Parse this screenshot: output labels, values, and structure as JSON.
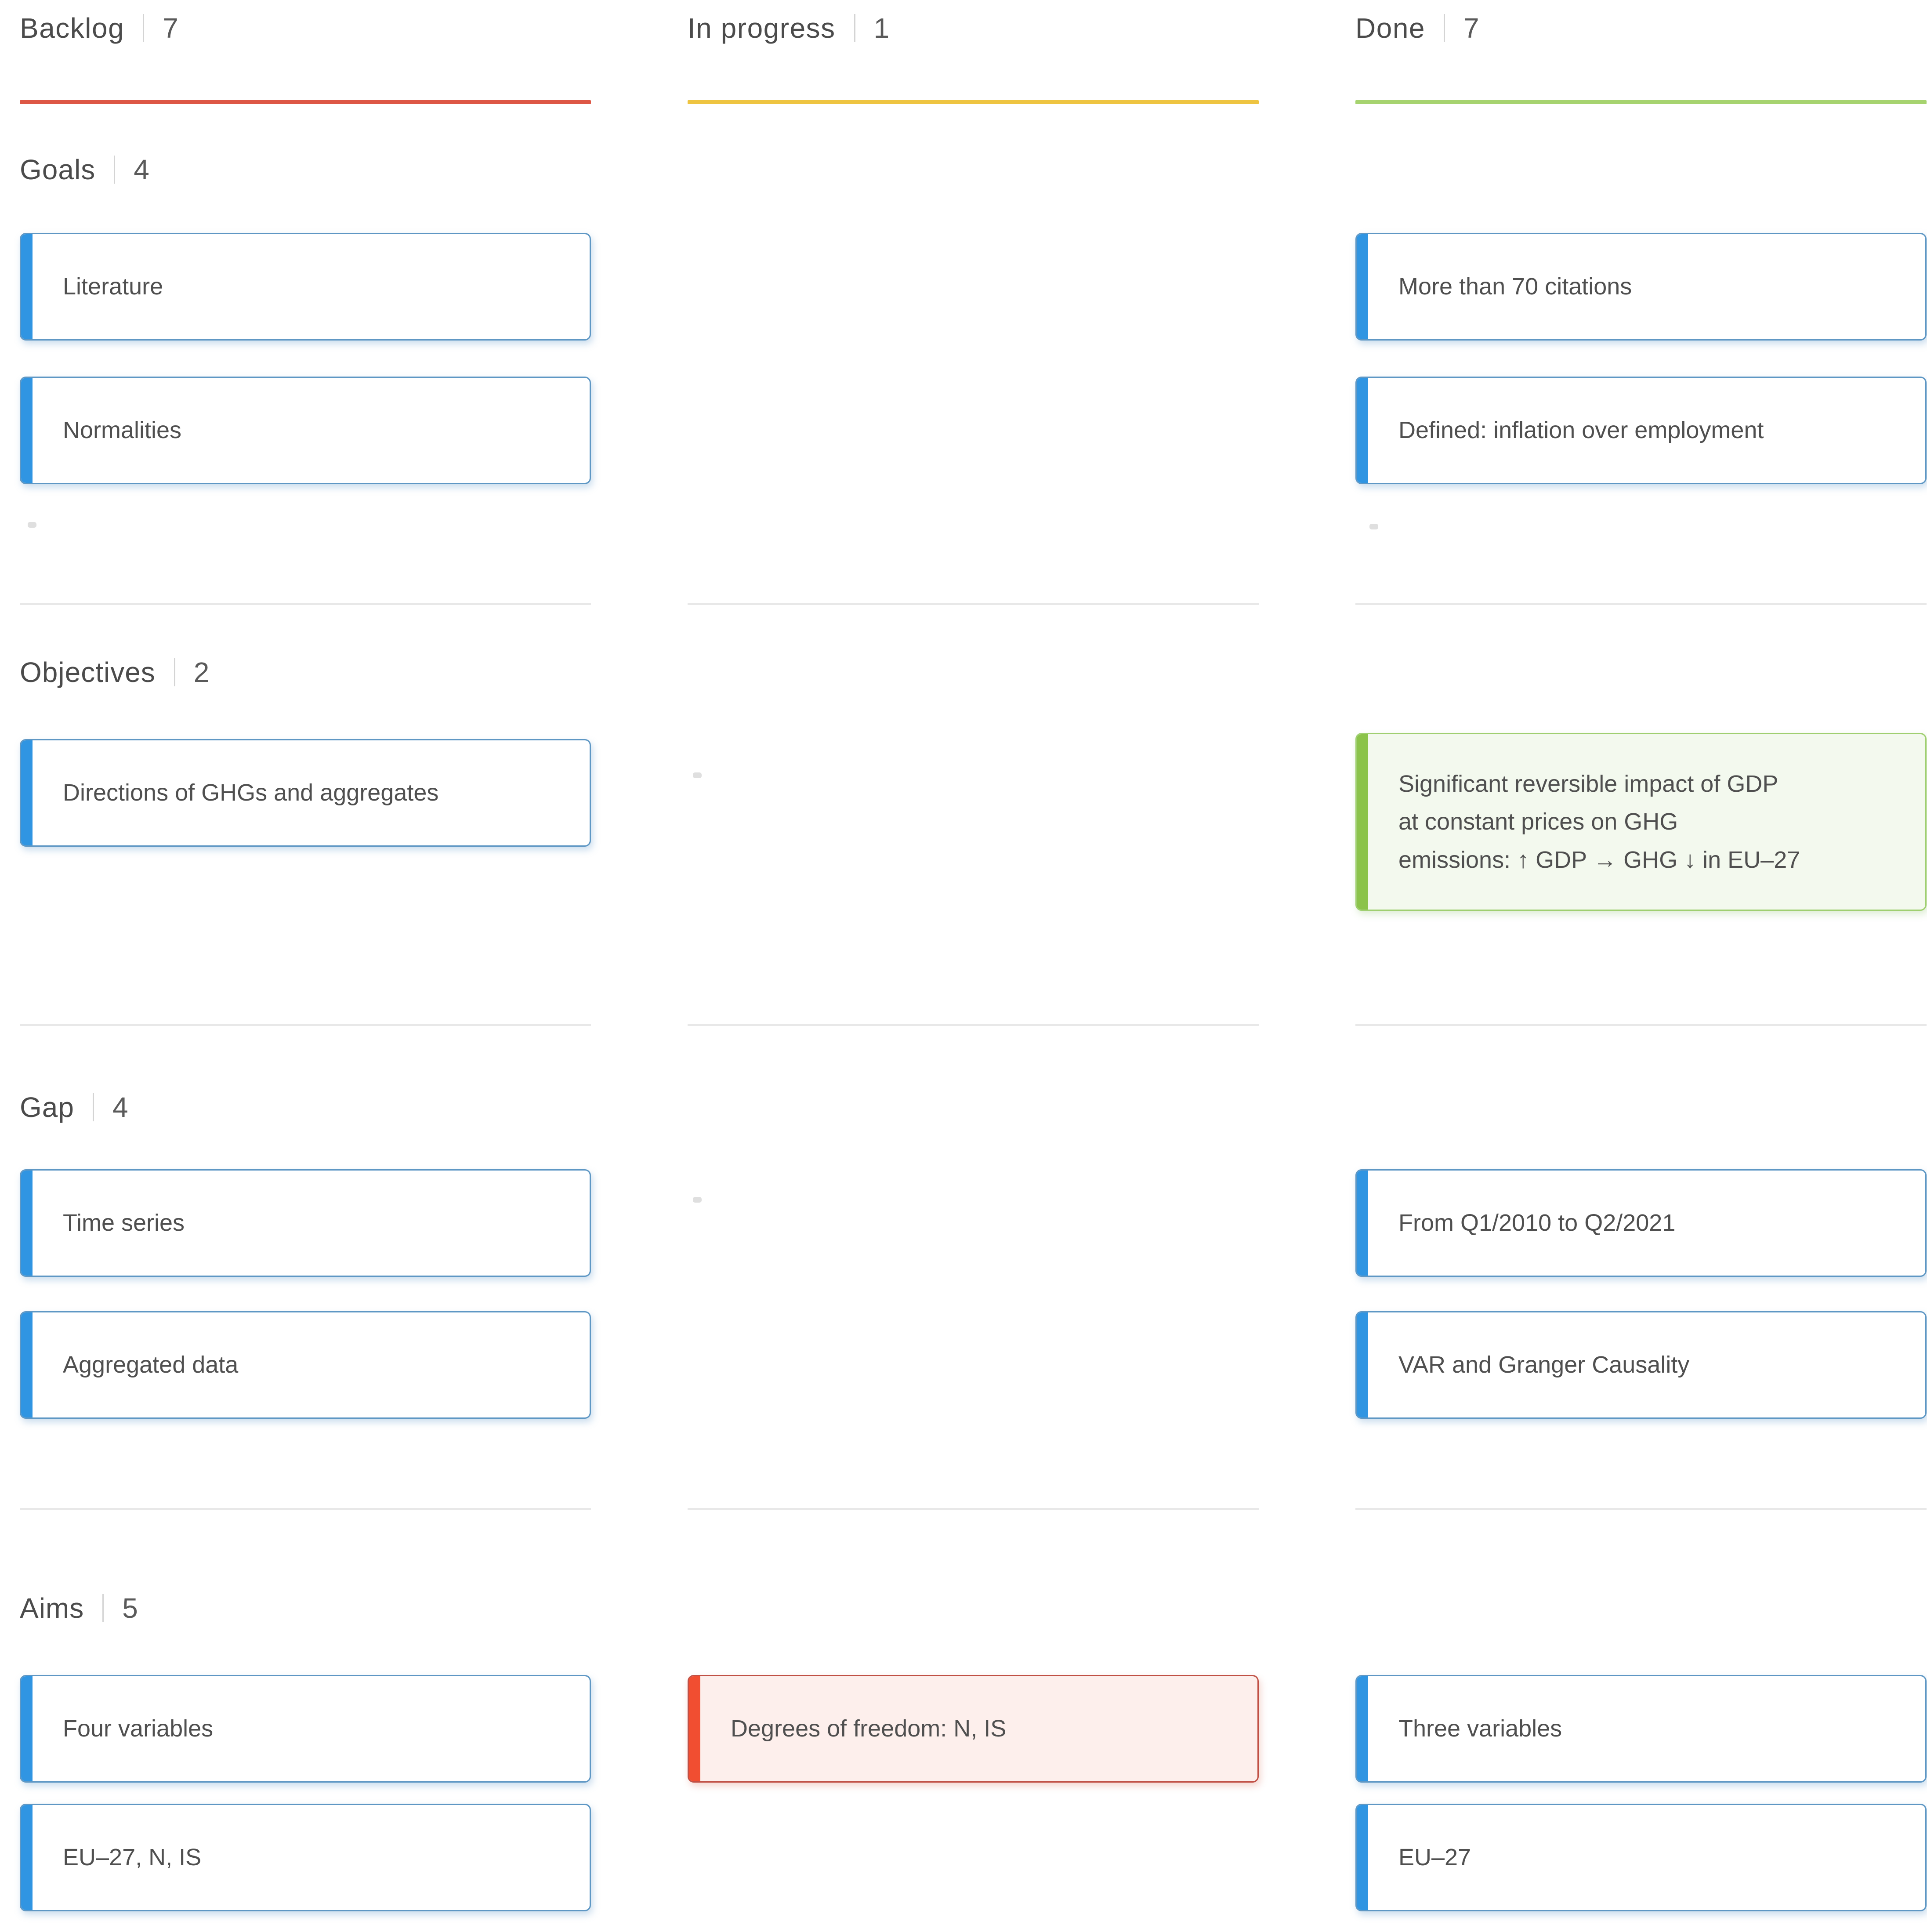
{
  "board": {
    "columns": [
      {
        "title": "Backlog",
        "count": "7",
        "accent_color": "#dd5745"
      },
      {
        "title": "In progress",
        "count": "1",
        "accent_color": "#eec441"
      },
      {
        "title": "Done",
        "count": "7",
        "accent_color": "#a6d36f"
      }
    ],
    "swimlanes": [
      {
        "title": "Goals",
        "count": "4"
      },
      {
        "title": "Objectives",
        "count": "2"
      },
      {
        "title": "Gap",
        "count": "4"
      },
      {
        "title": "Aims",
        "count": "5"
      }
    ],
    "cards": [
      {
        "text": "Literature",
        "column": "Backlog",
        "lane": "Goals",
        "variant": "blue"
      },
      {
        "text": "Normalities",
        "column": "Backlog",
        "lane": "Goals",
        "variant": "blue"
      },
      {
        "text": "Directions of GHGs and aggregates",
        "column": "Backlog",
        "lane": "Objectives",
        "variant": "blue"
      },
      {
        "text": "Time series",
        "column": "Backlog",
        "lane": "Gap",
        "variant": "blue"
      },
      {
        "text": "Aggregated data",
        "column": "Backlog",
        "lane": "Gap",
        "variant": "blue"
      },
      {
        "text": "Four variables",
        "column": "Backlog",
        "lane": "Aims",
        "variant": "blue"
      },
      {
        "text": "EU–27, N, IS",
        "column": "Backlog",
        "lane": "Aims",
        "variant": "blue"
      },
      {
        "text": "Degrees of freedom: N, IS",
        "column": "In progress",
        "lane": "Aims",
        "variant": "red"
      },
      {
        "text": "More than 70 citations",
        "column": "Done",
        "lane": "Goals",
        "variant": "blue"
      },
      {
        "text": "Defined: inflation over employment",
        "column": "Done",
        "lane": "Goals",
        "variant": "blue"
      },
      {
        "text": "Significant reversible impact of GDP\nat constant prices on GHG\nemissions:  ↑ GDP → GHG ↓ in EU–27",
        "column": "Done",
        "lane": "Objectives",
        "variant": "green"
      },
      {
        "text": "From Q1/2010 to Q2/2021",
        "column": "Done",
        "lane": "Gap",
        "variant": "blue"
      },
      {
        "text": "VAR and Granger Causality",
        "column": "Done",
        "lane": "Gap",
        "variant": "blue"
      },
      {
        "text": "Three variables",
        "column": "Done",
        "lane": "Aims",
        "variant": "blue"
      },
      {
        "text": "EU–27",
        "column": "Done",
        "lane": "Aims",
        "variant": "blue"
      }
    ],
    "colors": {
      "card_border_blue": "#5e97c4",
      "card_accent_blue": "#3095e2",
      "card_bg_green": "#f3f9ee",
      "card_border_green": "#9fcf70",
      "card_accent_green": "#8bc34a",
      "card_bg_red": "#fdefec",
      "card_border_red": "#c05045",
      "card_accent_red": "#f14e31",
      "header_text": "#4b4b4b",
      "card_text": "#4f4f4f",
      "separator": "#e8e8e8"
    }
  }
}
